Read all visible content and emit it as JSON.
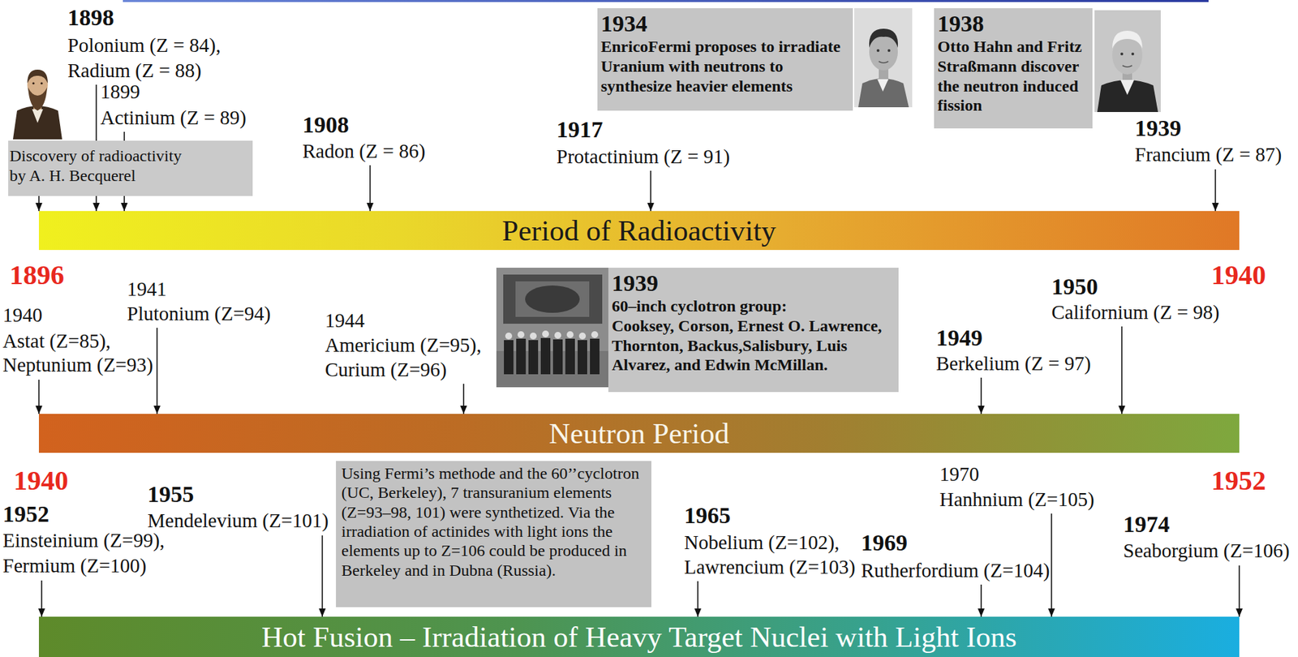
{
  "diagram": {
    "nodes": [
      {
        "text": [
          "1934",
          "EnricoFermi proposes to irradiate Uranium with neutrons to synthesize heavier elements"
        ]
      },
      {
        "text": [
          "1938",
          "Otto Hahn and Fritz Straßmann discover the neutron induced fission"
        ]
      },
      {
        "text": [
          "Discovery of radioactivity by A. H. Becquerel"
        ]
      },
      {
        "text": [
          "Period of Radioactivity"
        ]
      },
      {
        "text": [
          "1939",
          "60–inch cyclotron group:",
          "Cooksey, Corson, Ernest O. Lawrence, Thornton, Backus,Salisbury, Luis Alvarez, and Edwin McMillan."
        ]
      },
      {
        "text": [
          "Neutron Period"
        ]
      },
      {
        "text": [
          "Using Fermi’s methode and the 60’’cyclotron (UC, Berkeley), 7 transuranium elements (Z=93–98, 101) were synthetized. Via the irradiation of actinides with light ions the elements up to Z=106 could be produced in Berkeley and in Dubna (Russia)."
        ]
      },
      {
        "text": [
          "Hot Fusion – Irradiation of Heavy Target Nuclei with Light Ions"
        ]
      }
    ],
    "edges": [
      {
        "from": 2,
        "to": 3,
        "arrow": "to"
      }
    ],
    "labels": [
      "1898",
      "Polonium (Z = 84),",
      "Radium (Z = 88)",
      "1899",
      "Actinium (Z = 89)",
      "1908",
      "Radon (Z = 86)",
      "1917",
      "Protactinium (Z = 91)",
      "1939",
      "Francium (Z = 87)",
      "1896",
      "1940",
      "1941",
      "Plutonium (Z=94)",
      "1940",
      "Astat (Z=85),",
      "Neptunium (Z=93)",
      "1944",
      "Americium (Z=95),",
      "Curium (Z=96)",
      "1949",
      "Berkelium (Z = 97)",
      "1950",
      "Californium (Z = 98)",
      "1940",
      "1952",
      "1952",
      "Einsteinium (Z=99),",
      "Fermium (Z=100)",
      "1955",
      "Mendelevium (Z=101)",
      "1965",
      "Nobelium (Z=102),",
      "Lawrencium (Z=103)",
      "1969",
      "Rutherfordium (Z=104)",
      "1970",
      "Hanhnium (Z=105)",
      "1974",
      "Seaborgium (Z=106)"
    ]
  }
}
